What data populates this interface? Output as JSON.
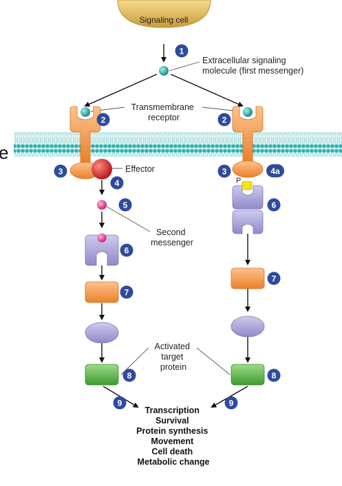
{
  "cell": {
    "label": "Signaling cell"
  },
  "labels": {
    "first_messenger": [
      "Extracellular signaling",
      "molecule (first messenger)"
    ],
    "receptor": [
      "Transmembrane",
      "receptor"
    ],
    "effector": "Effector",
    "second_messenger": [
      "Second",
      "messenger"
    ],
    "target": [
      "Activated",
      "target",
      "protein"
    ],
    "phosphate": "P",
    "edge_text": "e"
  },
  "steps": {
    "s1": "1",
    "s2": "2",
    "s3": "3",
    "s4": "4",
    "s4a": "4a",
    "s5": "5",
    "s6": "6",
    "s7": "7",
    "s8": "8",
    "s9": "9"
  },
  "outcomes": [
    "Transcription",
    "Survival",
    "Protein synthesis",
    "Movement",
    "Cell death",
    "Metabolic change"
  ],
  "colors": {
    "badge": "#2e4c9b",
    "membrane": "#2bb3b3",
    "receptor": "#f39a5c",
    "ligand": "#1fa7a0",
    "effector": "#d9202a",
    "second_messenger": "#e0398f",
    "kinase": "#a6a1d6",
    "orange_protein": "#f39a3c",
    "oval_protein": "#a49fd8",
    "target_protein": "#5bb949",
    "phosphate": "#f6e11c"
  }
}
